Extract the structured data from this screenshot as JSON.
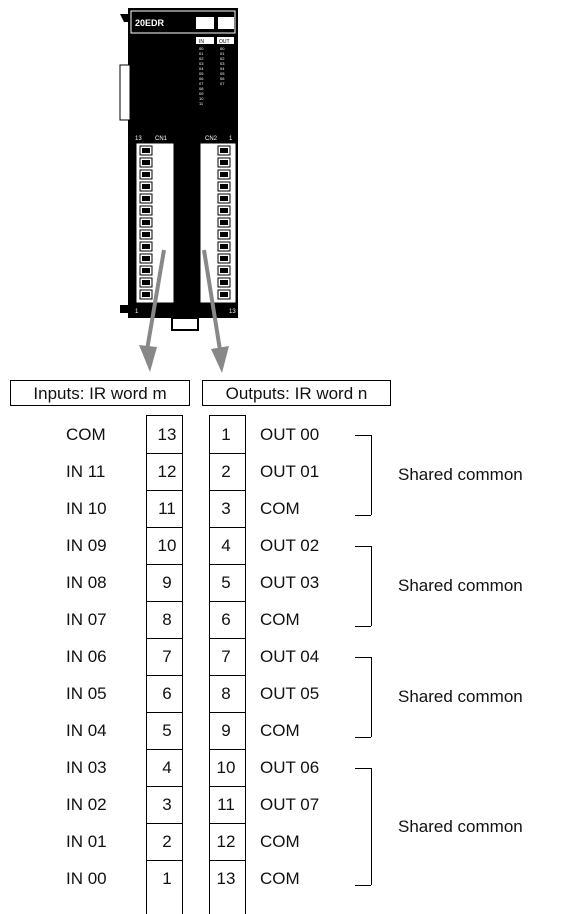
{
  "device": {
    "model": "20EDR",
    "in_label": "IN",
    "out_label": "OUT",
    "cn1": "CN1",
    "cn2": "CN2",
    "left_pin_top": "13",
    "right_pin_top": "1",
    "left_pin_bottom": "1",
    "right_pin_bottom": "13",
    "indicators_in": [
      "00",
      "01",
      "02",
      "03",
      "04",
      "05",
      "06",
      "07",
      "08",
      "09",
      "10",
      "11"
    ],
    "indicators_out": [
      "00",
      "01",
      "02",
      "03",
      "04",
      "05",
      "06",
      "07"
    ]
  },
  "headers": {
    "inputs": "Inputs: IR word m",
    "outputs": "Outputs: IR word n"
  },
  "inputs": [
    {
      "label": "COM",
      "pin": "13"
    },
    {
      "label": "IN 11",
      "pin": "12"
    },
    {
      "label": "IN 10",
      "pin": "11"
    },
    {
      "label": "IN 09",
      "pin": "10"
    },
    {
      "label": "IN 08",
      "pin": "9"
    },
    {
      "label": "IN 07",
      "pin": "8"
    },
    {
      "label": "IN 06",
      "pin": "7"
    },
    {
      "label": "IN 05",
      "pin": "6"
    },
    {
      "label": "IN 04",
      "pin": "5"
    },
    {
      "label": "IN 03",
      "pin": "4"
    },
    {
      "label": "IN 02",
      "pin": "3"
    },
    {
      "label": "IN 01",
      "pin": "2"
    },
    {
      "label": "IN 00",
      "pin": "1"
    }
  ],
  "outputs": [
    {
      "pin": "1",
      "label": "OUT 00"
    },
    {
      "pin": "2",
      "label": "OUT 01"
    },
    {
      "pin": "3",
      "label": "COM"
    },
    {
      "pin": "4",
      "label": "OUT 02"
    },
    {
      "pin": "5",
      "label": "OUT 03"
    },
    {
      "pin": "6",
      "label": "COM"
    },
    {
      "pin": "7",
      "label": "OUT 04"
    },
    {
      "pin": "8",
      "label": "OUT 05"
    },
    {
      "pin": "9",
      "label": "COM"
    },
    {
      "pin": "10",
      "label": "OUT 06"
    },
    {
      "pin": "11",
      "label": "OUT 07"
    },
    {
      "pin": "12",
      "label": "COM"
    },
    {
      "pin": "13",
      "label": "COM"
    }
  ],
  "groups": [
    {
      "label": "Shared common"
    },
    {
      "label": "Shared common"
    },
    {
      "label": "Shared common"
    },
    {
      "label": "Shared common"
    }
  ]
}
